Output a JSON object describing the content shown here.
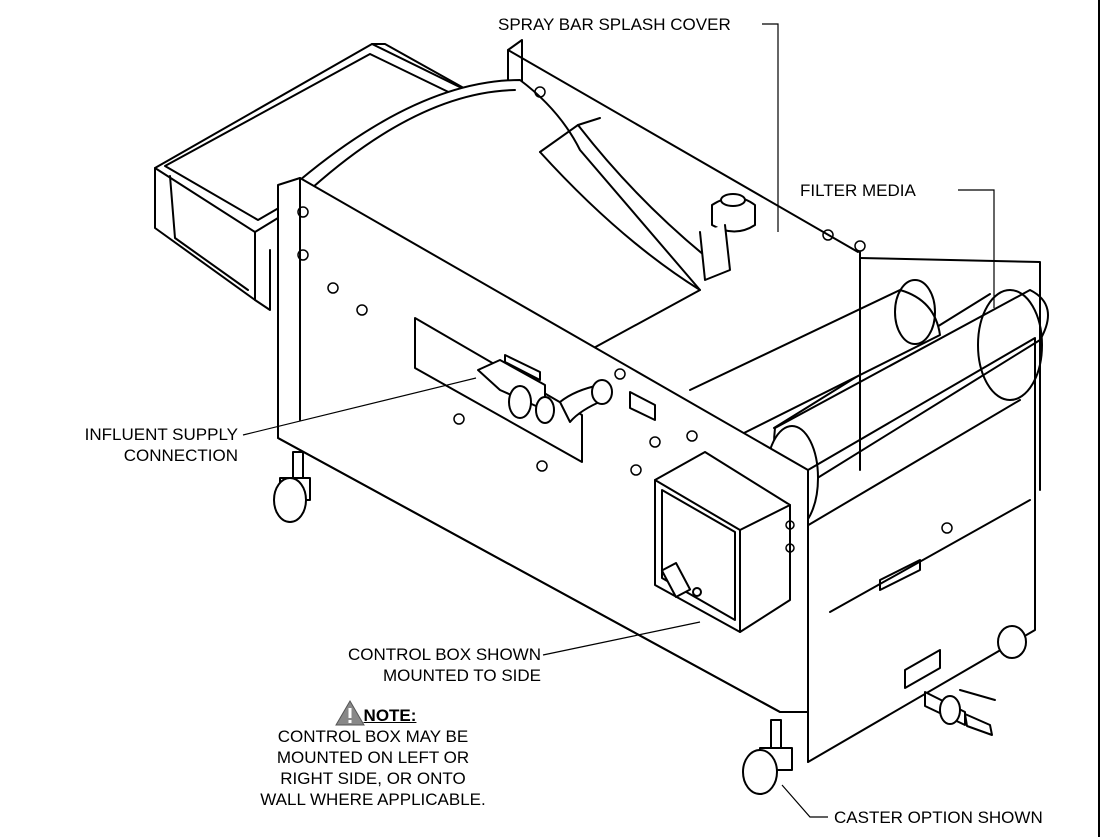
{
  "callouts": {
    "spray_bar": "SPRAY BAR SPLASH COVER",
    "filter_media": "FILTER MEDIA",
    "influent": [
      "INFLUENT SUPPLY",
      "CONNECTION"
    ],
    "control_box": [
      "CONTROL BOX SHOWN",
      "MOUNTED TO SIDE"
    ],
    "caster": "CASTER OPTION SHOWN"
  },
  "note": {
    "heading": "NOTE:",
    "lines": [
      "CONTROL BOX MAY BE",
      "MOUNTED ON LEFT OR",
      "RIGHT SIDE, OR ONTO",
      "WALL WHERE APPLICABLE."
    ]
  },
  "icons": {
    "warning": "warning-triangle-icon"
  }
}
